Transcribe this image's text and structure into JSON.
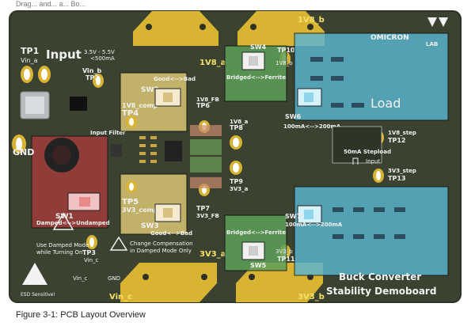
{
  "top_fragment": "Drag... and... a... Bo...",
  "caption": "Figure 3-1: PCB Layout Overview",
  "board": {
    "colors": {
      "pcb": "#3b4230",
      "edge": "#2c3224",
      "copper": "#d8b432",
      "silk": "#f2f2f2"
    },
    "header_labels": {
      "tp1": "TP1",
      "vin_a": "Vin_a",
      "input": "Input",
      "input_range": "3.5V - 5.5V",
      "input_current": "<500mA"
    },
    "top_net": "1V8_b",
    "brand_top": "OMICRON",
    "brand_bottom": "LAB",
    "tp2": "TP2",
    "vin_b": "Vin_b",
    "sw1_label": "SW1",
    "sw1_caption": "Damped<-->Undamped",
    "input_filter": "Input Filter",
    "gnd_left": "GND",
    "sw2": {
      "label": "SW2",
      "top": "Good<-->Bad",
      "comp": "1V8_comp",
      "tp": "TP4"
    },
    "sw3": {
      "label": "SW3",
      "bottom": "Good<-->Bad",
      "comp": "3V3_comp",
      "tp": "TP5"
    },
    "sw4": {
      "label": "SW4",
      "caption": "Bridged<-->Ferrite"
    },
    "sw5": {
      "label": "SW5",
      "caption": "Bridged<-->Ferrite"
    },
    "sw6": {
      "label": "SW6",
      "caption": "100mA<-->200mA"
    },
    "sw7": {
      "label": "SW7",
      "caption": "100mA<-->200mA"
    },
    "net_1v8_a": "1V8_a",
    "net_3v3_a": "3V3_a",
    "net_1v8_fb": "1V8_FB",
    "tp6": "TP6",
    "tp7": "TP7",
    "net_3v3_fb": "3V3_FB",
    "tp8": "TP8",
    "tp8_net": "1V8_a",
    "tp9": "TP9",
    "tp9_net": "3V3_a",
    "tp10": "TP10",
    "tp10_net": "1V8_b",
    "tp11": "TP11",
    "tp11_net": "3V3_b",
    "load_label": "Load",
    "stepload": "50mA Stepload",
    "step_input": "Input",
    "tp12": "TP12",
    "tp12_net": "1V8_step",
    "tp13": "TP13",
    "tp13_net": "3V3_step",
    "warning_text": [
      "Change Compensation",
      "in Damped Mode Only"
    ],
    "warning_left": [
      "Use Damped Mode",
      "while Turning On"
    ],
    "tp3": "TP3",
    "vin_c": "Vin_c",
    "vin_c_bottom": "Vin_c",
    "gnd_bottom": "GND",
    "esd": "ESD Sensitive!",
    "net_3v3_bottom": "3V3_b",
    "title_line1": "Buck Converter",
    "title_line2": "Stability Demoboard"
  }
}
